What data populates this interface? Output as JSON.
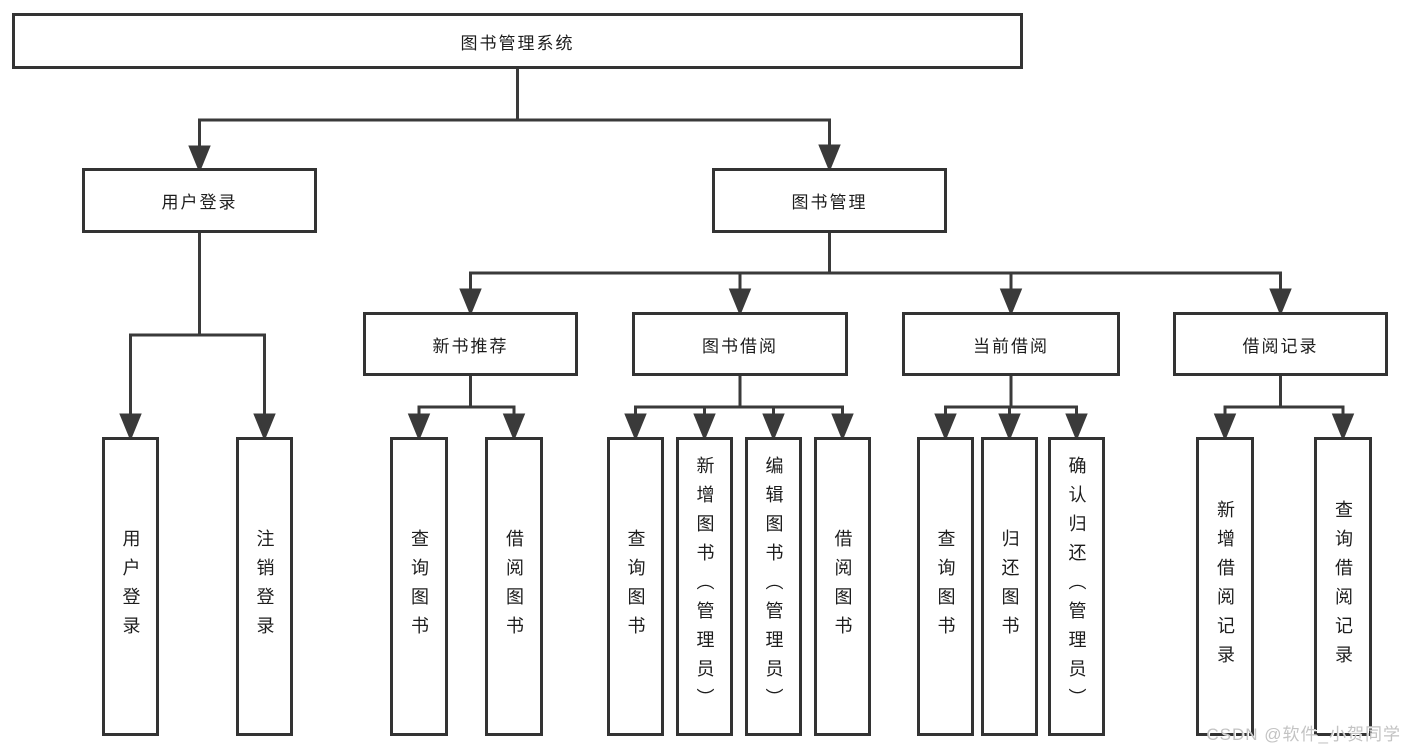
{
  "diagram": {
    "title": "图书管理系统",
    "root": {
      "label": "图书管理系统"
    },
    "level2": [
      {
        "id": "user-login",
        "label": "用户登录"
      },
      {
        "id": "book-management",
        "label": "图书管理"
      }
    ],
    "level3": [
      {
        "id": "new-book-recommend",
        "label": "新书推荐"
      },
      {
        "id": "book-borrowing",
        "label": "图书借阅"
      },
      {
        "id": "current-borrowing",
        "label": "当前借阅"
      },
      {
        "id": "borrowing-records",
        "label": "借阅记录"
      }
    ],
    "leaves": [
      {
        "id": "user-login",
        "label": "用户登录"
      },
      {
        "id": "logout",
        "label": "注销登录"
      },
      {
        "id": "query-books-1",
        "label": "查询图书"
      },
      {
        "id": "borrow-books-1",
        "label": "借阅图书"
      },
      {
        "id": "query-books-2",
        "label": "查询图书"
      },
      {
        "id": "add-books-admin",
        "label": "新增图书（管理员）"
      },
      {
        "id": "edit-books-admin",
        "label": "编辑图书（管理员）"
      },
      {
        "id": "borrow-books-2",
        "label": "借阅图书"
      },
      {
        "id": "query-books-3",
        "label": "查询图书"
      },
      {
        "id": "return-books",
        "label": "归还图书"
      },
      {
        "id": "confirm-return-admin",
        "label": "确认归还（管理员）"
      },
      {
        "id": "add-borrow-record",
        "label": "新增借阅记录"
      },
      {
        "id": "query-borrow-record",
        "label": "查询借阅记录"
      }
    ]
  },
  "watermark": {
    "text": "CSDN @软件_小贺同学"
  },
  "colors": {
    "line": "#3a3a3a",
    "box_border": "#333333",
    "text": "#1d1d1d",
    "watermark": "#c3c3c3",
    "background": "#ffffff"
  }
}
